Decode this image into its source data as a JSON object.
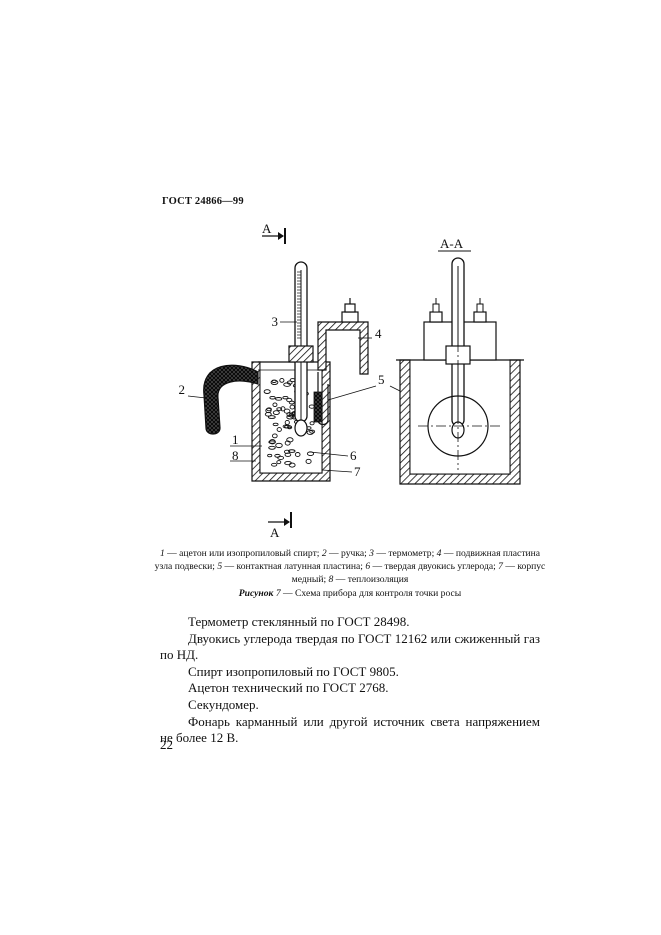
{
  "header": {
    "code": "ГОСТ 24866—99"
  },
  "figure": {
    "section_left": "А",
    "section_bottom": "А",
    "section_title": "А-А",
    "numbers": [
      "1",
      "2",
      "3",
      "4",
      "5",
      "6",
      "7",
      "8"
    ],
    "number_five_right": "5"
  },
  "caption": {
    "legend": [
      {
        "n": "1",
        "t": " — ацетон или изопропиловый спирт; "
      },
      {
        "n": "2",
        "t": " — ручка; "
      },
      {
        "n": "3",
        "t": " — термометр; "
      },
      {
        "n": "4",
        "t": " — подвижная пластина узла подвески; "
      },
      {
        "n": "5",
        "t": " — контактная латунная пластина; "
      },
      {
        "n": "6",
        "t": " — твердая двуокись углерода; "
      },
      {
        "n": "7",
        "t": " — корпус медный; "
      },
      {
        "n": "8",
        "t": " — теплоизоляция"
      }
    ],
    "title_label": "Рисунок",
    "title_number": "7",
    "title_text": " — Схема прибора для контроля точки росы"
  },
  "body": {
    "paragraphs": [
      "Термометр стеклянный по ГОСТ 28498.",
      "Двуокись углерода твердая по ГОСТ 12162 или сжиженный газ по НД.",
      "Спирт изопропиловый по ГОСТ 9805.",
      "Ацетон технический по ГОСТ 2768.",
      "Секундомер.",
      "Фонарь карманный или другой источник света напряжением не более 12 В."
    ]
  },
  "page_number": "22"
}
